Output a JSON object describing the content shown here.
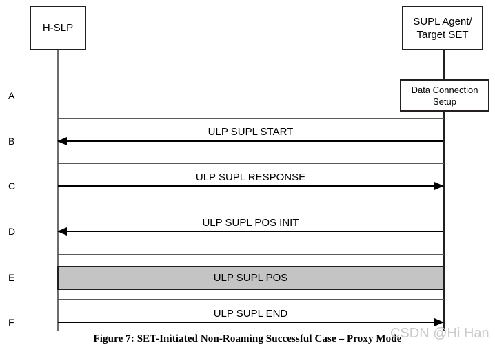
{
  "figure": {
    "caption": "Figure 7: SET-Initiated Non-Roaming Successful Case – Proxy Mode",
    "watermark": "CSDN @Hi Han"
  },
  "actors": {
    "left": {
      "name": "H-SLP",
      "label": "H-SLP"
    },
    "right": {
      "name": "SUPL Agent/ Target SET",
      "label": "SUPL Agent/\nTarget SET"
    }
  },
  "activation_boxes": [
    {
      "id": "data-connection-setup",
      "label": "Data Connection\nSetup",
      "actor": "right"
    }
  ],
  "steps": [
    {
      "letter": "A",
      "label": "",
      "kind": "activation",
      "description": "Data Connection Setup"
    },
    {
      "letter": "B",
      "label": "ULP SUPL START",
      "kind": "arrow",
      "direction": "right-to-left"
    },
    {
      "letter": "C",
      "label": "ULP SUPL RESPONSE",
      "kind": "arrow",
      "direction": "left-to-right"
    },
    {
      "letter": "D",
      "label": "ULP SUPL POS INIT",
      "kind": "arrow",
      "direction": "right-to-left"
    },
    {
      "letter": "E",
      "label": "ULP SUPL POS",
      "kind": "shaded-block",
      "fill": "#c4c4c4"
    },
    {
      "letter": "F",
      "label": "ULP SUPL END",
      "kind": "arrow",
      "direction": "left-to-right"
    }
  ],
  "colors": {
    "stroke": "#231f20",
    "lifeline": "#6d6d6d",
    "shaded_fill": "#c4c4c4",
    "watermark": "#c9c9c9",
    "background": "#ffffff"
  }
}
